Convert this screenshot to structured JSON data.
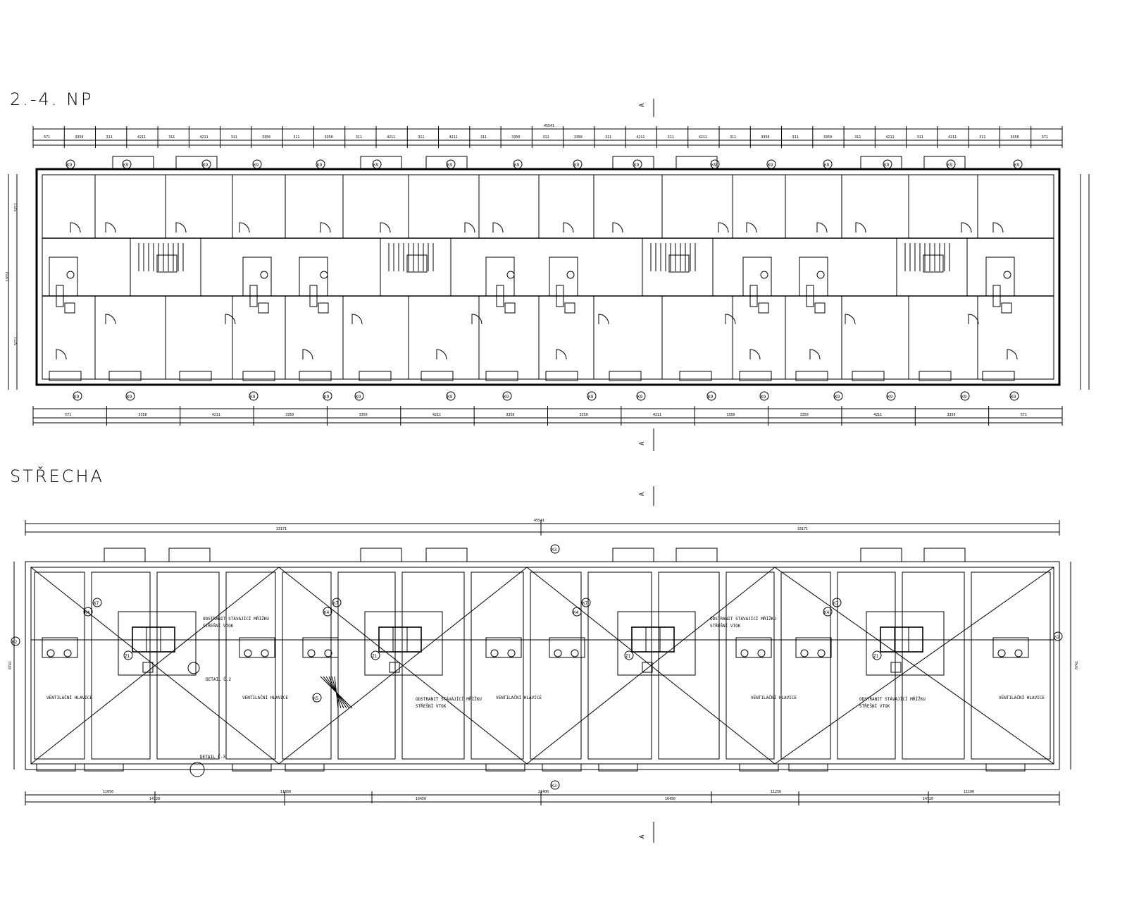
{
  "titles": {
    "floor_plan": "2.-4. NP",
    "roof_plan": "STŘECHA"
  },
  "section_marker": "A",
  "window_tag": "K9",
  "roof_tags": [
    "K1",
    "K2",
    "K3",
    "K4",
    "K5",
    "K7",
    "Z1"
  ],
  "dimensions": {
    "floor_overall": "45541",
    "roof_overall": "45541",
    "roof_half_left": "33171",
    "roof_half_right": "33171",
    "roof_center_span": "21400",
    "roof_bottom_segments": [
      "11050",
      "11300",
      "11250",
      "11100"
    ],
    "roof_bottom_spans": [
      "14720",
      "16450",
      "16450",
      "14720"
    ],
    "floor_top_row": [
      "571",
      "3350",
      "311",
      "4211",
      "311",
      "4211",
      "311",
      "3350",
      "311",
      "3350",
      "311",
      "4211",
      "311",
      "4211",
      "311",
      "3350",
      "311",
      "3350",
      "311",
      "4211",
      "311",
      "4211",
      "311",
      "3350",
      "311",
      "3350",
      "311",
      "4211",
      "311",
      "4211",
      "311",
      "3350",
      "571"
    ],
    "floor_bottom_row": [
      "571",
      "3350",
      "4211",
      "3350",
      "3350",
      "4211",
      "3350",
      "3350",
      "4211",
      "3350",
      "3350",
      "4211",
      "3350",
      "571"
    ],
    "floor_side": [
      "5711",
      "12651",
      "5711"
    ],
    "roof_side": "8741"
  },
  "notes": {
    "remove_grille": "ODSTRANIT STÁVAJÍCÍ MŘÍŽKU",
    "roof_inlet": "STŘEŠNÍ VTOK",
    "vent_head": "VENTILAČNÍ HLAVICE",
    "detail_2": "DETAIL Č.2",
    "detail_3": "DETAIL Č.3"
  }
}
